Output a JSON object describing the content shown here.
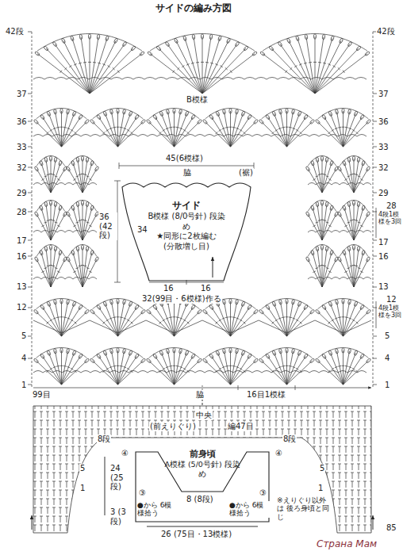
{
  "diagram": {
    "title": "サイドの編み方図",
    "nodes": [
      {
        "text": [
          "サイド",
          "B模様 (8/0号針) 段染め",
          "★同形に2枚編む",
          "(分散増し目)"
        ]
      },
      {
        "text": [
          "前身頃",
          "A模様 (5/0号針) 段染め"
        ]
      }
    ],
    "labels": [
      "42段",
      "37",
      "36",
      "33",
      "32",
      "29",
      "28",
      "17",
      "16",
      "13",
      "12",
      "5",
      "4",
      "1",
      "42段",
      "37",
      "36",
      "33",
      "32",
      "29",
      "28",
      "4段1模様を3回",
      "17",
      "16",
      "13",
      "12",
      "4段1模様を3回",
      "5",
      "4",
      "1",
      "B模様",
      "99目",
      "脇",
      "16目1模様",
      "45(6模様)",
      "脇",
      "(裾)",
      "36 (42段)",
      "34",
      "16",
      "16",
      "32(99目・6模様)作る",
      "中央",
      "(前えりぐり)",
      "編47目",
      "8段",
      "8段",
      "5",
      "5",
      "1",
      "1",
      "24 (25段)",
      "3 (3段)",
      "8 (8段)",
      "26 (75目・13模様)",
      "④",
      "④",
      "③",
      "③",
      "●から 6模様拾う",
      "●から 6模様拾う",
      "※えりぐり以外は 後ろ身頃と同じ",
      "85",
      "Страна Мам"
    ]
  }
}
